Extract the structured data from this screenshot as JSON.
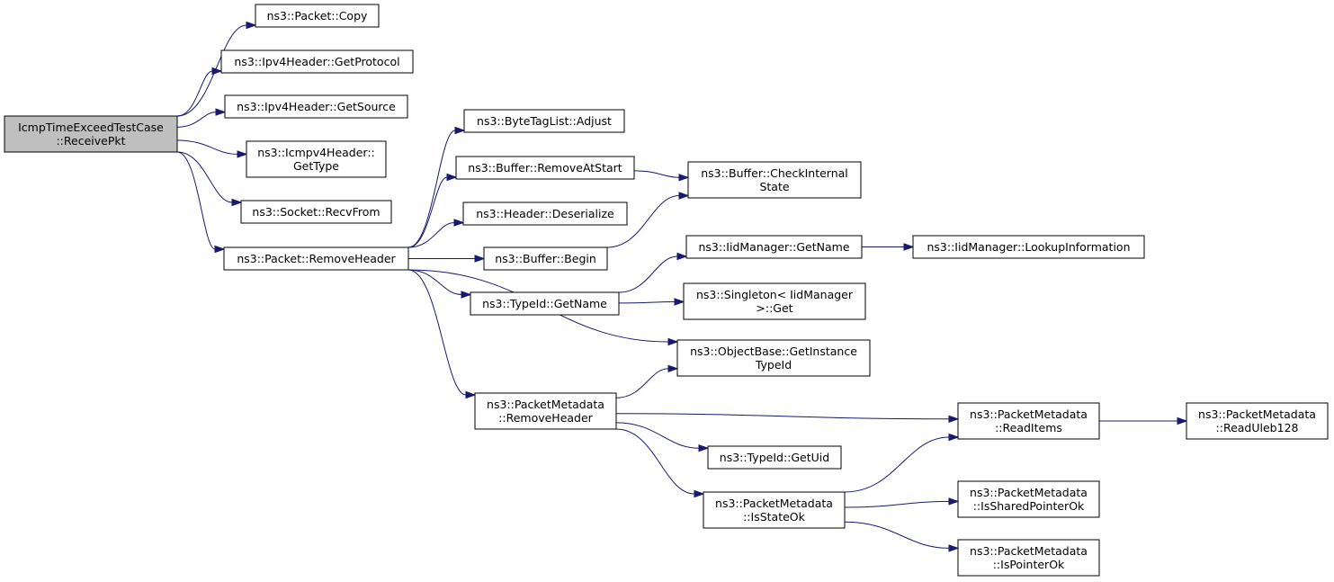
{
  "graph": {
    "arrow_color": "#191970",
    "root_fill": "#bfbfbf",
    "nodes": [
      {
        "id": "n0",
        "name": "node-icmptimeexceedtestcase-receivepkt",
        "lines": [
          "IcmpTimeExceedTestCase",
          "::ReceivePkt"
        ],
        "root": true
      },
      {
        "id": "n1",
        "name": "node-packet-copy",
        "lines": [
          "ns3::Packet::Copy"
        ]
      },
      {
        "id": "n2",
        "name": "node-ipv4header-getprotocol",
        "lines": [
          "ns3::Ipv4Header::GetProtocol"
        ]
      },
      {
        "id": "n3",
        "name": "node-ipv4header-getsource",
        "lines": [
          "ns3::Ipv4Header::GetSource"
        ]
      },
      {
        "id": "n4",
        "name": "node-icmpv4header-gettype",
        "lines": [
          "ns3::Icmpv4Header::",
          "GetType"
        ]
      },
      {
        "id": "n5",
        "name": "node-socket-recvfrom",
        "lines": [
          "ns3::Socket::RecvFrom"
        ]
      },
      {
        "id": "n6",
        "name": "node-packet-removeheader",
        "lines": [
          "ns3::Packet::RemoveHeader"
        ]
      },
      {
        "id": "n7",
        "name": "node-bytetaglist-adjust",
        "lines": [
          "ns3::ByteTagList::Adjust"
        ]
      },
      {
        "id": "n8",
        "name": "node-buffer-removeatstart",
        "lines": [
          "ns3::Buffer::RemoveAtStart"
        ]
      },
      {
        "id": "n9",
        "name": "node-header-deserialize",
        "lines": [
          "ns3::Header::Deserialize"
        ]
      },
      {
        "id": "n10",
        "name": "node-buffer-begin",
        "lines": [
          "ns3::Buffer::Begin"
        ]
      },
      {
        "id": "n11",
        "name": "node-typeid-getname",
        "lines": [
          "ns3::TypeId::GetName"
        ]
      },
      {
        "id": "n12",
        "name": "node-objectbase-getinstancetypeid",
        "lines": [
          "ns3::ObjectBase::GetInstance",
          "TypeId"
        ]
      },
      {
        "id": "n13",
        "name": "node-packetmetadata-removeheader",
        "lines": [
          "ns3::PacketMetadata",
          "::RemoveHeader"
        ]
      },
      {
        "id": "n14",
        "name": "node-buffer-checkinternalstate",
        "lines": [
          "ns3::Buffer::CheckInternal",
          "State"
        ]
      },
      {
        "id": "n15",
        "name": "node-iidmanager-getname",
        "lines": [
          "ns3::IidManager::GetName"
        ]
      },
      {
        "id": "n16",
        "name": "node-singleton-iidmanager-get",
        "lines": [
          "ns3::Singleton< IidManager",
          ">::Get"
        ]
      },
      {
        "id": "n17",
        "name": "node-typeid-getuid",
        "lines": [
          "ns3::TypeId::GetUid"
        ]
      },
      {
        "id": "n18",
        "name": "node-packetmetadata-isstateok",
        "lines": [
          "ns3::PacketMetadata",
          "::IsStateOk"
        ]
      },
      {
        "id": "n19",
        "name": "node-iidmanager-lookupinformation",
        "lines": [
          "ns3::IidManager::LookupInformation"
        ]
      },
      {
        "id": "n20",
        "name": "node-packetmetadata-readitems",
        "lines": [
          "ns3::PacketMetadata",
          "::ReadItems"
        ]
      },
      {
        "id": "n21",
        "name": "node-packetmetadata-issharedpointerok",
        "lines": [
          "ns3::PacketMetadata",
          "::IsSharedPointerOk"
        ]
      },
      {
        "id": "n22",
        "name": "node-packetmetadata-ispointerok",
        "lines": [
          "ns3::PacketMetadata",
          "::IsPointerOk"
        ]
      },
      {
        "id": "n23",
        "name": "node-packetmetadata-readuleb128",
        "lines": [
          "ns3::PacketMetadata",
          "::ReadUleb128"
        ]
      }
    ],
    "edges": [
      [
        "n0",
        "n1"
      ],
      [
        "n0",
        "n2"
      ],
      [
        "n0",
        "n3"
      ],
      [
        "n0",
        "n4"
      ],
      [
        "n0",
        "n5"
      ],
      [
        "n0",
        "n6"
      ],
      [
        "n6",
        "n7"
      ],
      [
        "n6",
        "n8"
      ],
      [
        "n6",
        "n9"
      ],
      [
        "n6",
        "n10"
      ],
      [
        "n6",
        "n11"
      ],
      [
        "n6",
        "n12"
      ],
      [
        "n6",
        "n13"
      ],
      [
        "n8",
        "n14"
      ],
      [
        "n10",
        "n14"
      ],
      [
        "n11",
        "n15"
      ],
      [
        "n11",
        "n16"
      ],
      [
        "n15",
        "n19"
      ],
      [
        "n13",
        "n12"
      ],
      [
        "n13",
        "n20"
      ],
      [
        "n13",
        "n17"
      ],
      [
        "n13",
        "n18"
      ],
      [
        "n18",
        "n20"
      ],
      [
        "n18",
        "n21"
      ],
      [
        "n18",
        "n22"
      ],
      [
        "n20",
        "n23"
      ]
    ]
  }
}
